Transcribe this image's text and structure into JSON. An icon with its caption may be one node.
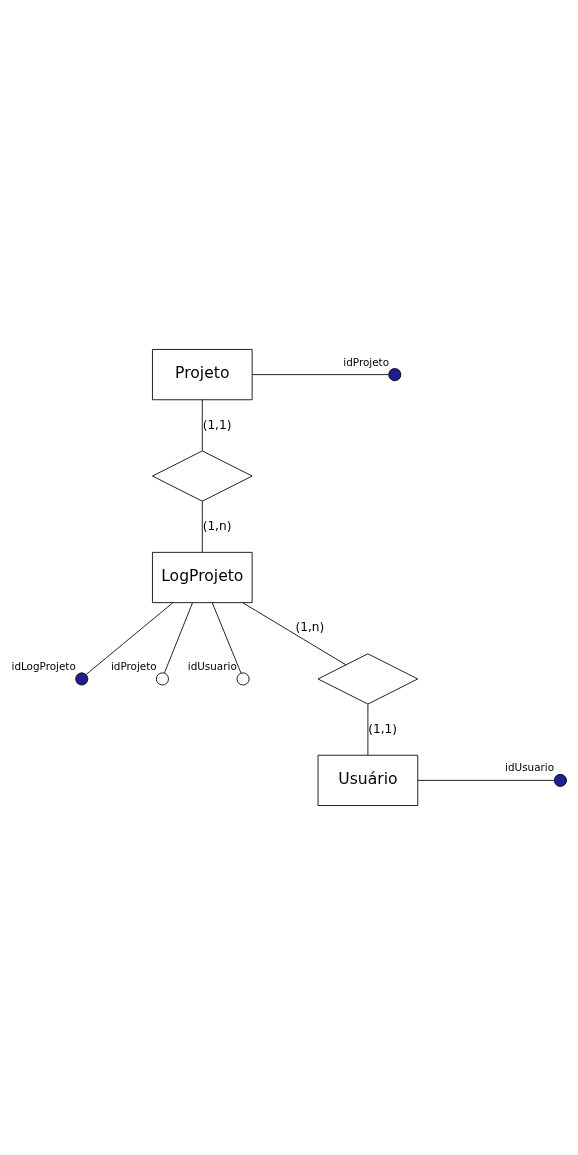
{
  "diagram": {
    "nodes": [
      {
        "text": [
          "Projeto"
        ]
      },
      {
        "text": [],
        "shape": "circle",
        "beside": [
          "idProjeto"
        ]
      },
      {
        "text": [],
        "shape": "diamond"
      },
      {
        "text": [
          "LogProjeto"
        ]
      },
      {
        "text": [],
        "shape": "circle",
        "beside": [
          "idLogProjeto"
        ]
      },
      {
        "text": [],
        "shape": "circle",
        "beside": [
          "idProjeto"
        ]
      },
      {
        "text": [],
        "shape": "circle",
        "beside": [
          "idUsuario"
        ]
      },
      {
        "text": [],
        "shape": "diamond"
      },
      {
        "text": [
          "Usuário"
        ]
      },
      {
        "text": [],
        "shape": "circle",
        "beside": [
          "idUsuario"
        ]
      }
    ],
    "edges": [
      {
        "from": 0,
        "to": 1,
        "arrow": "none"
      },
      {
        "from": 0,
        "to": 2,
        "arrow": "none",
        "label": "(1,1)"
      },
      {
        "from": 2,
        "to": 3,
        "arrow": "none",
        "label": "(1,n)"
      },
      {
        "from": 3,
        "to": 4,
        "arrow": "none"
      },
      {
        "from": 3,
        "to": 5,
        "arrow": "none"
      },
      {
        "from": 3,
        "to": 6,
        "arrow": "none"
      },
      {
        "from": 3,
        "to": 7,
        "arrow": "none",
        "label": "(1,n)"
      },
      {
        "from": 7,
        "to": 8,
        "arrow": "none",
        "label": "(1,1)"
      },
      {
        "from": 8,
        "to": 9,
        "arrow": "none"
      }
    ]
  }
}
